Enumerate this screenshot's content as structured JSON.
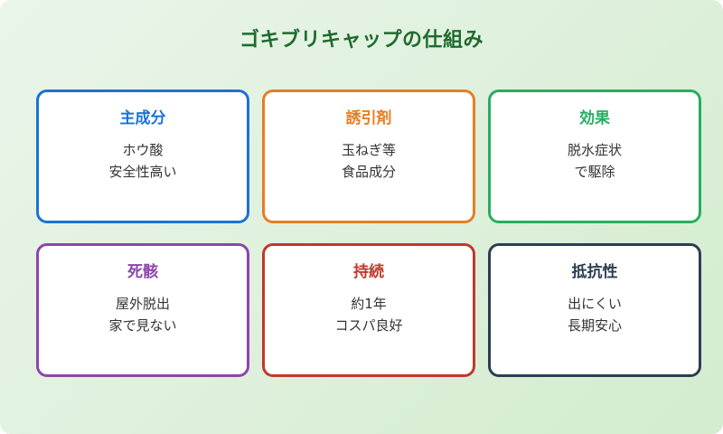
{
  "title": "ゴキブリキャップの仕組み",
  "cards": [
    {
      "heading": "主成分",
      "lines": [
        "ホウ酸",
        "安全性高い"
      ],
      "color": "#1a73d4"
    },
    {
      "heading": "誘引剤",
      "lines": [
        "玉ねぎ等",
        "食品成分"
      ],
      "color": "#e67e22"
    },
    {
      "heading": "効果",
      "lines": [
        "脱水症状",
        "で駆除"
      ],
      "color": "#27ae60"
    },
    {
      "heading": "死骸",
      "lines": [
        "屋外脱出",
        "家で見ない"
      ],
      "color": "#8e44ad"
    },
    {
      "heading": "持続",
      "lines": [
        "約1年",
        "コスパ良好"
      ],
      "color": "#c0392b"
    },
    {
      "heading": "抵抗性",
      "lines": [
        "出にくい",
        "長期安心"
      ],
      "color": "#2c3e50"
    }
  ]
}
